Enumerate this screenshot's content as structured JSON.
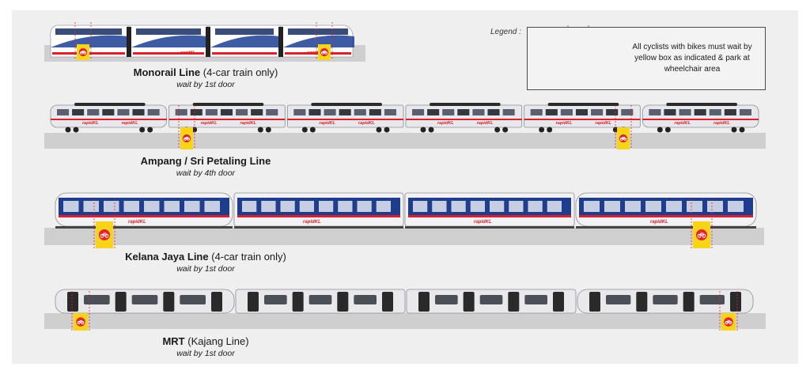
{
  "legend": {
    "title": "Legend :",
    "text": "All cyclists with bikes must wait by yellow box as indicated & park at wheelchair area"
  },
  "lines": [
    {
      "name": "Monorail Line",
      "note": "(4-car train only)",
      "wait": "wait by 1st door",
      "brand": "rapidKL"
    },
    {
      "name": "Ampang / Sri Petaling Line",
      "note": "",
      "wait": "wait by 4th door",
      "brand": "rapidKL"
    },
    {
      "name": "Kelana Jaya Line",
      "note": "(4-car train only)",
      "wait": "wait by 1st door",
      "brand": "rapidKL"
    },
    {
      "name": "MRT",
      "note": "(Kajang Line)",
      "wait": "wait by 1st door",
      "brand": ""
    }
  ],
  "colors": {
    "platform": "#cfcfcf",
    "marker_yellow": "#f7d418",
    "marker_red": "#e2262c",
    "rapid_blue": "#1f3d8c",
    "rapid_red": "#d7222a",
    "train_silver": "#e8e8ec",
    "door_dark": "#2a2a2a"
  },
  "icons": {
    "marker": "bicycle-icon"
  }
}
